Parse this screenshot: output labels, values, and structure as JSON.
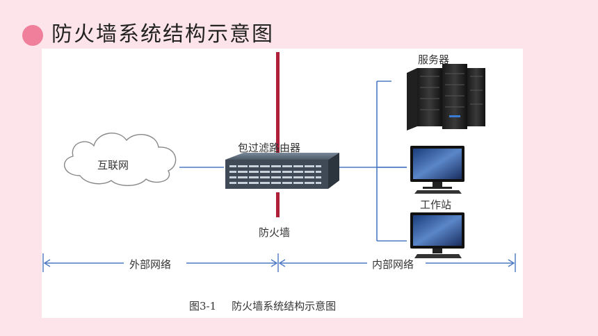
{
  "slide": {
    "title": "防火墙系统结构示意图",
    "accent_color": "#f07f9b",
    "background_color": "#fde4ea"
  },
  "diagram": {
    "nodes": {
      "internet": "互联网",
      "router": "包过滤路由器",
      "firewall": "防火墙",
      "server": "服务器",
      "workstation": "工作站"
    },
    "zones": {
      "external": "外部网络",
      "internal": "内部网络"
    },
    "caption": {
      "number": "图3-1",
      "text": "防火墙系统结构示意图"
    },
    "colors": {
      "line": "#4a78c2",
      "firewall": "#b0203a"
    },
    "icons": [
      "cloud-icon",
      "switch-icon",
      "server-rack-icon",
      "monitor-icon"
    ]
  }
}
